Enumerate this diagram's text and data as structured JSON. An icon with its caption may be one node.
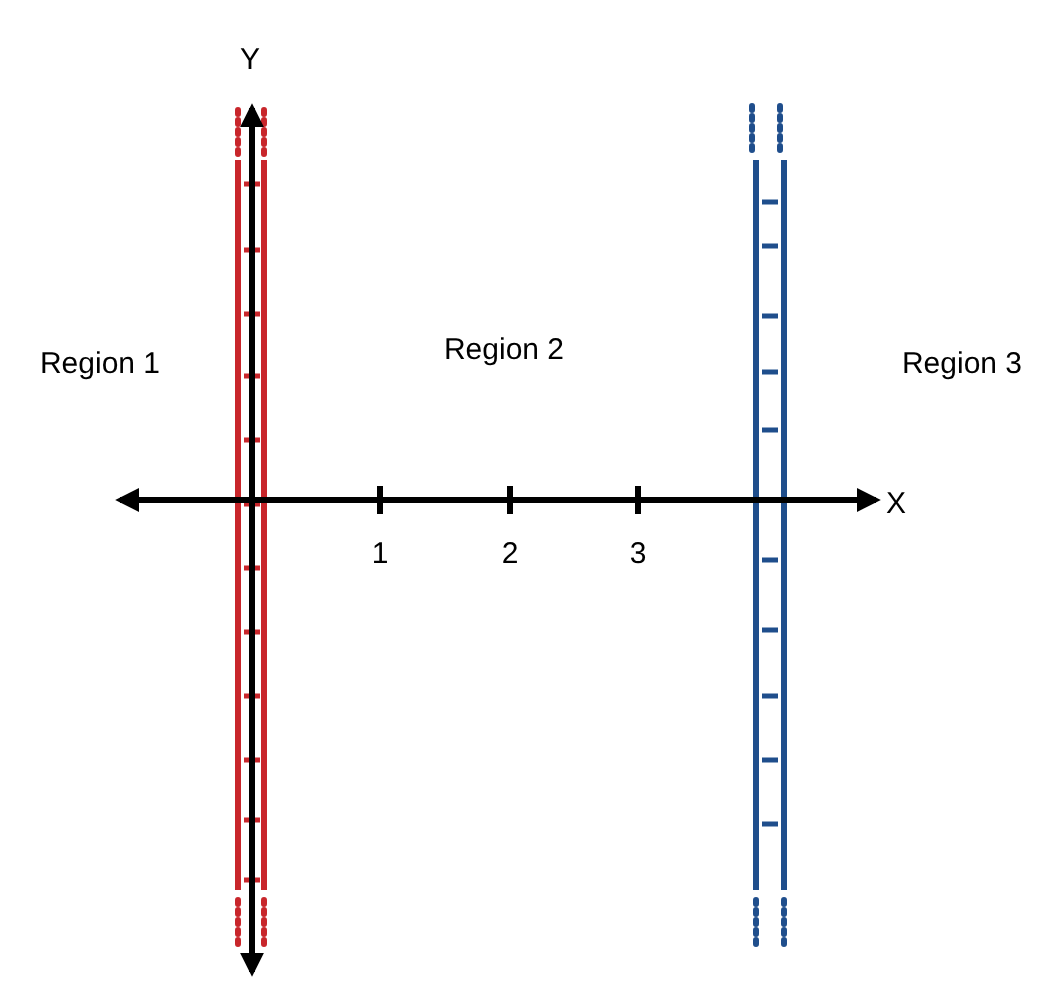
{
  "diagram": {
    "labels": [
      "Y",
      "Region 1",
      "Region 2",
      "Region 3",
      "X",
      "1",
      "2",
      "3"
    ]
  }
}
